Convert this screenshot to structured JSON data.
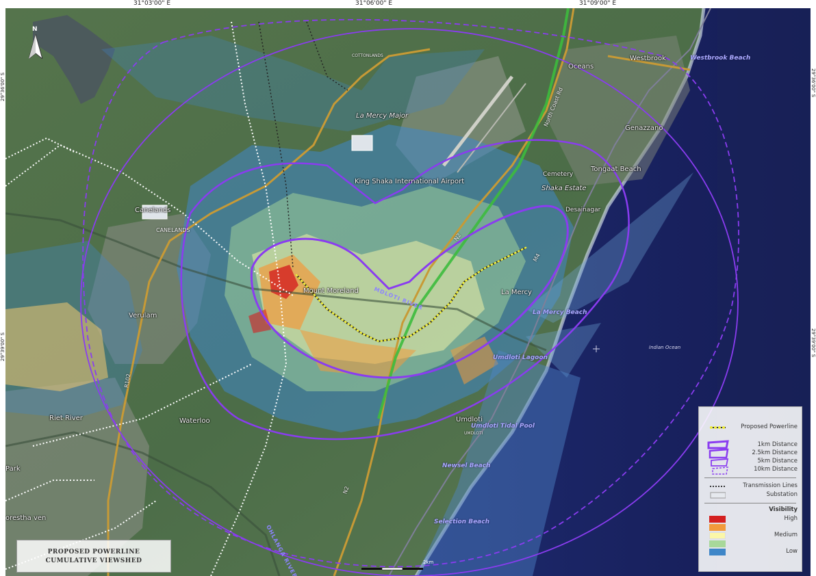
{
  "coordinates": {
    "top": [
      "31°03'00\" E",
      "31°06'00\" E",
      "31°09'00\" E"
    ],
    "left": [
      "29°36'00\" S",
      "29°39'00\" S"
    ],
    "right": [
      "29°36'00\" S",
      "29°39'00\" S"
    ]
  },
  "north_arrow": {
    "label": "N"
  },
  "places": {
    "canelands": "Canelands",
    "verulam": "Verulam",
    "riet_river": "Riet River",
    "waterloo": "Waterloo",
    "mount_moreland": "Mount Moreland",
    "la_mercy": "La Mercy",
    "la_mercy_major": "La Mercy Major",
    "king_shaka": "King Shaka International Airport",
    "umdloti": "Umdloti",
    "umdloti_sm": "UMDLOTI",
    "oceans": "Oceans",
    "westbrook": "Westbrook",
    "genazzano": "Genazzano",
    "tongaat_beach": "Tongaat Beach",
    "cemetery": "Cemetery",
    "shaka_estate": "Shaka Estate",
    "desainagar": "Desainagar",
    "park": "Park",
    "foresthaven": "orestha ven",
    "canelands_sm": "CANELANDS",
    "cottonlands": "COTTONLANDS"
  },
  "beaches": {
    "westbrook": "Westbrook Beach",
    "la_mercy": "La Mercy Beach",
    "umdloti_lagoon": "Umdloti Lagoon",
    "tidal_pool": "Umdloti Tidal Pool",
    "newsel": "Newsel Beach",
    "selection": "Selection Beach"
  },
  "rivers": {
    "mdloti": "MDLOTI RIVER",
    "ohlanga": "OHLANGA RIVER"
  },
  "roads": {
    "n2_a": "N2",
    "n2_b": "N2",
    "m4": "M4",
    "r102": "R102",
    "north_coast": "North Coast Rd"
  },
  "ocean": "Indian Ocean",
  "scale": {
    "label": "2km"
  },
  "legend": {
    "proposed_powerline": "Proposed Powerline",
    "dist_1km": "1km Distance",
    "dist_2_5km": "2.5km Distance",
    "dist_5km": "5km Distance",
    "dist_10km": "10km Distance",
    "transmission": "Transmission Lines",
    "substation": "Substation",
    "visibility_title": "Visibility",
    "high": "High",
    "medium": "Medium",
    "low": "Low",
    "colors": {
      "high": "#d42020",
      "high_mid": "#f29a3c",
      "medium": "#fbf7a8",
      "low_mid": "#a8d89a",
      "low": "#3f86c8",
      "buffer": "#8a3cf0",
      "powerline": "#f0ee3a"
    }
  },
  "title": {
    "line1": "PROPOSED POWERLINE",
    "line2": "CUMULATIVE VIEWSHED"
  }
}
